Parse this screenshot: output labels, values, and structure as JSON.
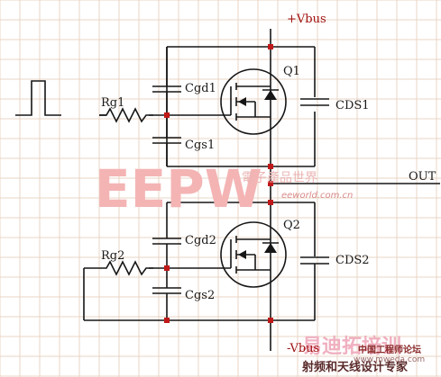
{
  "rails": {
    "positive": "+Vbus",
    "negative": "-Vbus"
  },
  "output": "OUT",
  "transistors": {
    "high_side": "Q1",
    "low_side": "Q2"
  },
  "resistors": {
    "gate_high": "Rg1",
    "gate_low": "Rg2"
  },
  "capacitors": {
    "cgd_high": "Cgd1",
    "cgs_high": "Cgs1",
    "cds_high": "CDS1",
    "cgd_low": "Cgd2",
    "cgs_low": "Cgs2",
    "cds_low": "CDS2"
  },
  "watermarks": {
    "brand": "EEPW",
    "brand_cn": "電子產品世界",
    "brand_url": "eeworld.com.cn",
    "bottom_right_big": "易迪拓培训",
    "bottom_right_small": "中国工程师论坛",
    "bottom_right_line": "射频和天线设计专家",
    "bottom_right_url": "www.mweda.com"
  },
  "colors": {
    "wire": "#161616",
    "node": "#c01818",
    "grid": "#e9d4c4",
    "watermark": "#f4b4b4"
  }
}
